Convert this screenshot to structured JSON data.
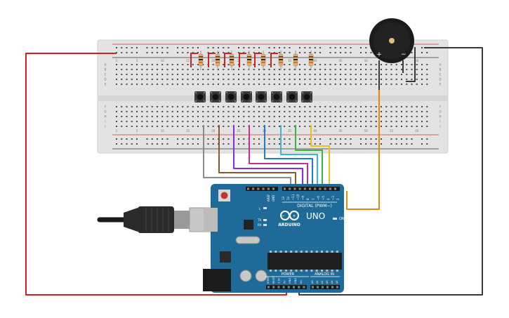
{
  "breadboard": {
    "column_labels_top": [
      "1",
      "5",
      "10",
      "15",
      "20",
      "25",
      "30",
      "35",
      "40",
      "45",
      "50",
      "55",
      "60"
    ],
    "column_labels_bottom": [
      "1",
      "5",
      "10",
      "15",
      "20",
      "25",
      "30",
      "35",
      "40",
      "45",
      "50",
      "55",
      "60"
    ],
    "row_labels_left": [
      "A",
      "B",
      "C",
      "D",
      "E",
      "F",
      "G",
      "H",
      "I",
      "J"
    ],
    "row_labels_right": [
      "A",
      "B",
      "C",
      "D",
      "E",
      "F",
      "G",
      "H",
      "I",
      "J"
    ],
    "rail_signs": [
      "+",
      "-",
      "+",
      "-"
    ]
  },
  "buzzer": {
    "pin_plus": "+",
    "pin_minus": "−"
  },
  "arduino": {
    "brand": "ARDUINO",
    "model": "UNO",
    "on_label": "ON",
    "tx_label": "TX",
    "rx_label": "RX",
    "l_label": "L",
    "digital_label": "DIGITAL (PWM~)",
    "power_label": "POWER",
    "analog_label": "ANALOG IN",
    "aref_label": "AREF",
    "gnd_label": "GND",
    "digital_pins": [
      "13",
      "12",
      "~11",
      "~10",
      "~9",
      "8",
      "7",
      "~6",
      "~5",
      "4",
      "~3",
      "2",
      "TX 1",
      "RX 0"
    ],
    "power_pins": [
      "IOREF",
      "RESET",
      "3.3V",
      "5V",
      "GND",
      "GND",
      "Vin"
    ],
    "analog_pins": [
      "A0",
      "A1",
      "A2",
      "A3",
      "A4",
      "A5"
    ]
  },
  "colors": {
    "board_blue": "#1e6b9a",
    "breadboard": "#e3e3e3",
    "wire_red": "#d21f1f",
    "wire_black": "#3a3a3a",
    "wire_orange": "#e8860e",
    "wire_gray": "#8a8a8a",
    "wire_brown": "#8b5a2b",
    "wire_purple": "#8a2be2",
    "wire_magenta": "#c0309a",
    "wire_blue": "#1f7bd1",
    "wire_cyan": "#38b8d8",
    "wire_green": "#3bb53b",
    "wire_yellow": "#e6c21e"
  }
}
